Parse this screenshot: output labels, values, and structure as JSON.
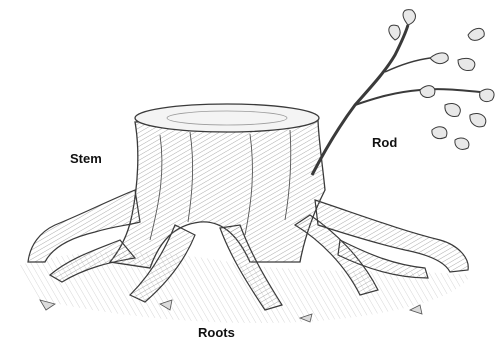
{
  "labels": {
    "stem": "Stem",
    "rod": "Rod",
    "roots": "Roots"
  },
  "colors": {
    "ink": "#3a3a3a",
    "shade": "#9a9a9a",
    "ground": "#c9c9c9",
    "background": "#ffffff"
  }
}
